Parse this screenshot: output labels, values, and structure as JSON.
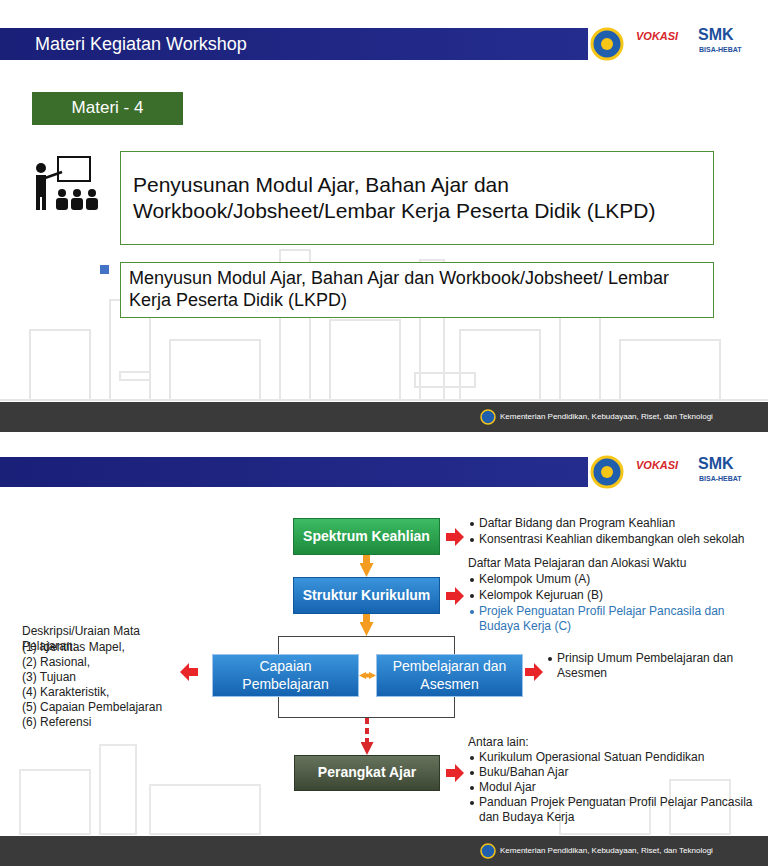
{
  "diagram": {
    "title": "Materi Kegiatan Workshop",
    "nodes": [
      {
        "text": [
          "Materi - 4"
        ]
      },
      {
        "text": [
          "Penyusunan Modul Ajar, Bahan Ajar dan Workbook/Jobsheet/Lembar Kerja Peserta Didik (LKPD)"
        ]
      },
      {
        "text": [
          "Menyusun Modul Ajar, Bahan Ajar dan Workbook/Jobsheet/ Lembar Kerja Peserta Didik (LKPD)"
        ]
      },
      {
        "text": [
          "Spektrum Keahlian"
        ]
      },
      {
        "text": [
          "Struktur Kurikulum"
        ]
      },
      {
        "text": []
      },
      {
        "text": [
          "Capaian Pembelajaran"
        ],
        "in": 5
      },
      {
        "text": [
          "Pembelajaran dan Asesmen"
        ],
        "in": 5
      },
      {
        "text": [
          "Perangkat Ajar"
        ]
      }
    ],
    "edges": [
      {
        "from": 3,
        "to": 4,
        "arrow": "to"
      },
      {
        "from": 4,
        "to": 5,
        "arrow": "to"
      },
      {
        "from": 6,
        "to": 7,
        "arrow": "both"
      },
      {
        "from": 5,
        "to": 8,
        "arrow": "to"
      }
    ],
    "labels": [
      "VOKASI",
      "SMK",
      "BISA-HEBAT",
      "Kementerian Pendidikan, Kebudayaan, Riset, dan Teknologi",
      "VOKASI",
      "SMK",
      "BISA-HEBAT",
      "Daftar Bidang dan Program Keahlian",
      "Konsentrasi Keahlian dikembangkan oleh sekolah",
      "Daftar Mata Pelajaran dan Alokasi Waktu",
      "Kelompok Umum (A)",
      "Kelompok Kejuruan (B)",
      "Projek Penguatan Profil Pelajar Pancasila dan Budaya Kerja (C)",
      "Deskripsi/Uraian Mata Pelajaran:",
      "(1) Identitas Mapel,",
      "(2) Rasional,",
      "(3) Tujuan",
      "(4) Karakteristik,",
      "(5) Capaian Pembelajaran",
      "(6) Referensi",
      "Prinsip Umum Pembelajaran dan Asesmen",
      "Antara lain:",
      "Kurikulum Operasional Satuan Pendidikan",
      "Buku/Bahan Ajar",
      "Modul Ajar",
      "Panduan Projek Penguatan Profil Pelajar Pancasila dan Budaya Kerja",
      "Kementerian Pendidikan, Kebudayaan, Riset, dan Teknologi"
    ]
  }
}
